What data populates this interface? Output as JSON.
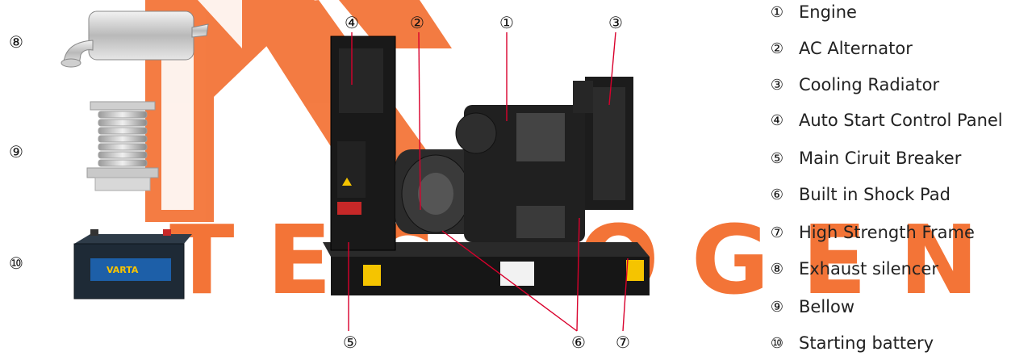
{
  "watermark": {
    "brand": "TECNOGEN",
    "color": "#f26522"
  },
  "side_items": [
    {
      "number": "⑧",
      "icon": "exhaust-silencer-icon"
    },
    {
      "number": "⑨",
      "icon": "bellow-icon"
    },
    {
      "number": "⑩",
      "icon": "starting-battery-icon",
      "battery_brand": "VARTA"
    }
  ],
  "callouts": [
    {
      "number": "④",
      "target": "auto-start-control-panel"
    },
    {
      "number": "②",
      "target": "ac-alternator"
    },
    {
      "number": "①",
      "target": "engine"
    },
    {
      "number": "③",
      "target": "cooling-radiator"
    },
    {
      "number": "⑤",
      "target": "main-circuit-breaker"
    },
    {
      "number": "⑥",
      "target": "built-in-shock-pad"
    },
    {
      "number": "⑦",
      "target": "high-strength-frame"
    }
  ],
  "legend": [
    {
      "number": "①",
      "label": "Engine"
    },
    {
      "number": "②",
      "label": "AC Alternator"
    },
    {
      "number": "③",
      "label": "Cooling Radiator"
    },
    {
      "number": "④",
      "label": "Auto Start Control Panel"
    },
    {
      "number": "⑤",
      "label": "Main Ciruit Breaker"
    },
    {
      "number": "⑥",
      "label": "Built in Shock Pad"
    },
    {
      "number": "⑦",
      "label": "High Strength Frame"
    },
    {
      "number": "⑧",
      "label": "Exhaust silencer"
    },
    {
      "number": "⑨",
      "label": "Bellow"
    },
    {
      "number": "⑩",
      "label": "Starting battery"
    }
  ],
  "colors": {
    "accent": "#f26522",
    "callout_line": "#d9002c",
    "frame": "#161616",
    "alternator": "#2b2b2b"
  }
}
